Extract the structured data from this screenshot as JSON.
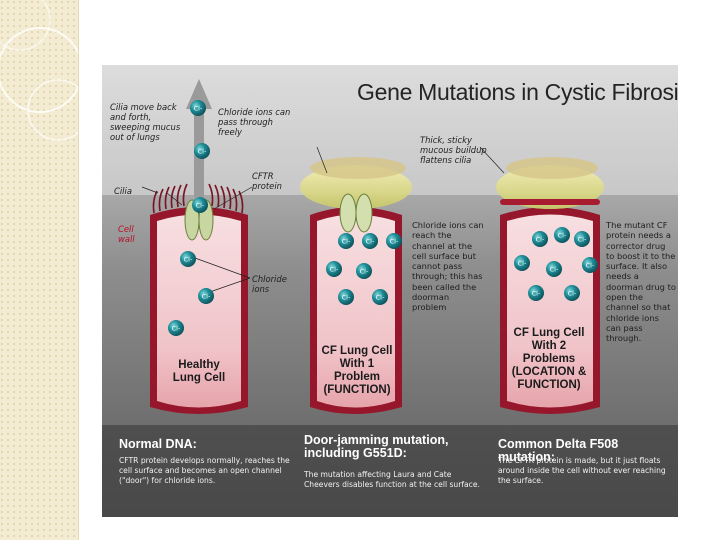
{
  "diagram": {
    "title": "Gene Mutations in Cystic Fibrosis",
    "ion_label": "Cl-",
    "annotations": {
      "cilia_move": "Cilia move back and forth, sweeping mucus out of lungs",
      "chloride_pass": "Chloride ions can pass through freely",
      "cftr_protein": "CFTR protein",
      "cilia": "Cilia",
      "cell_wall": "Cell wall",
      "chloride_ions": "Chloride ions",
      "mucus_buildup": "Thick, sticky mucous buildup flattens cilia"
    },
    "cells": [
      {
        "label": "Healthy Lung Cell"
      },
      {
        "label": "CF Lung Cell With 1 Problem (FUNCTION)",
        "text": "Chloride ions can reach the channel at the cell surface but cannot pass through; this has been called the doorman problem"
      },
      {
        "label": "CF Lung Cell With 2 Problems (LOCATION & FUNCTION)",
        "text": "The mutant CF protein needs a corrector drug to boost it to the surface. It also needs a doorman drug to open the channel so that chloride ions can pass through."
      }
    ],
    "captions": [
      {
        "heading": "Normal DNA:",
        "body": "CFTR protein develops normally, reaches the cell surface and becomes an open channel (\"door\") for chloride ions."
      },
      {
        "heading": "Door-jamming mutation, including G551D:",
        "body": "The mutation affecting Laura and Cate Cheevers disables function at the cell surface."
      },
      {
        "heading": "Common Delta F508 mutation:",
        "body": "The CFTR protein is made, but it just floats around inside the cell without ever reaching the surface."
      }
    ]
  }
}
